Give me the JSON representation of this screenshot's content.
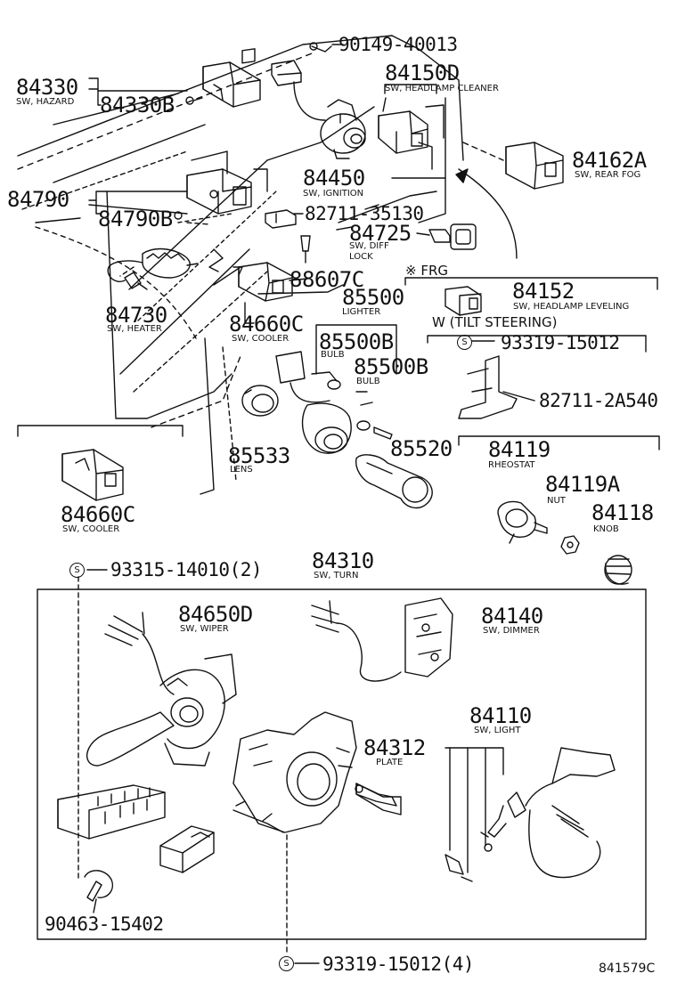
{
  "parts": {
    "p84330": {
      "number": "84330",
      "desc": "SW, HAZARD"
    },
    "p84330B": {
      "number": "84330B"
    },
    "p90149": {
      "number": "90149-40013"
    },
    "p84150D": {
      "number": "84150D",
      "desc": "SW, HEADLAMP CLEANER"
    },
    "p84162A": {
      "number": "84162A",
      "desc": "SW, REAR FOG"
    },
    "p84450": {
      "number": "84450",
      "desc": "SW, IGNITION"
    },
    "p84790": {
      "number": "84790"
    },
    "p84790B": {
      "number": "84790B"
    },
    "p82711_35130": {
      "number": "82711-35130"
    },
    "p84725": {
      "number": "84725",
      "desc1": "SW, DIFF",
      "desc2": "LOCK"
    },
    "p84730": {
      "number": "84730",
      "desc": "SW, HEATER"
    },
    "p88607C": {
      "number": "88607C"
    },
    "p85500": {
      "number": "85500",
      "desc": "LIGHTER"
    },
    "p84660C_a": {
      "number": "84660C",
      "desc": "SW, COOLER"
    },
    "p85500B_1": {
      "number": "85500B",
      "desc": "BULB"
    },
    "p85500B_2": {
      "number": "85500B",
      "desc": "BULB"
    },
    "p85533": {
      "number": "85533",
      "desc": "LENS"
    },
    "p85520": {
      "number": "85520"
    },
    "p84660C_b": {
      "number": "84660C",
      "desc": "SW, COOLER"
    },
    "p84152": {
      "number": "84152",
      "desc": "SW, HEADLAMP LEVELING"
    },
    "p93319_15012": {
      "number": "93319-15012"
    },
    "p82711_2A540": {
      "number": "82711-2A540"
    },
    "p84119": {
      "number": "84119",
      "desc": "RHEOSTAT"
    },
    "p84119A": {
      "number": "84119A",
      "desc": "NUT"
    },
    "p84118": {
      "number": "84118",
      "desc": "KNOB"
    },
    "p93315": {
      "number": "93315-14010(2)"
    },
    "p84310": {
      "number": "84310",
      "desc": "SW, TURN"
    },
    "p84650D": {
      "number": "84650D",
      "desc": "SW, WIPER"
    },
    "p84140": {
      "number": "84140",
      "desc": "SW, DIMMER"
    },
    "p84110": {
      "number": "84110",
      "desc": "SW, LIGHT"
    },
    "p84312": {
      "number": "84312",
      "desc": "PLATE"
    },
    "p90463": {
      "number": "90463-15402"
    },
    "p93319_4": {
      "number": "93319-15012(4)"
    }
  },
  "groups": {
    "frg": "※ FRG",
    "tilt": "W (TILT STEERING)"
  },
  "s_symbol": "S",
  "diagram_code": "841579C"
}
